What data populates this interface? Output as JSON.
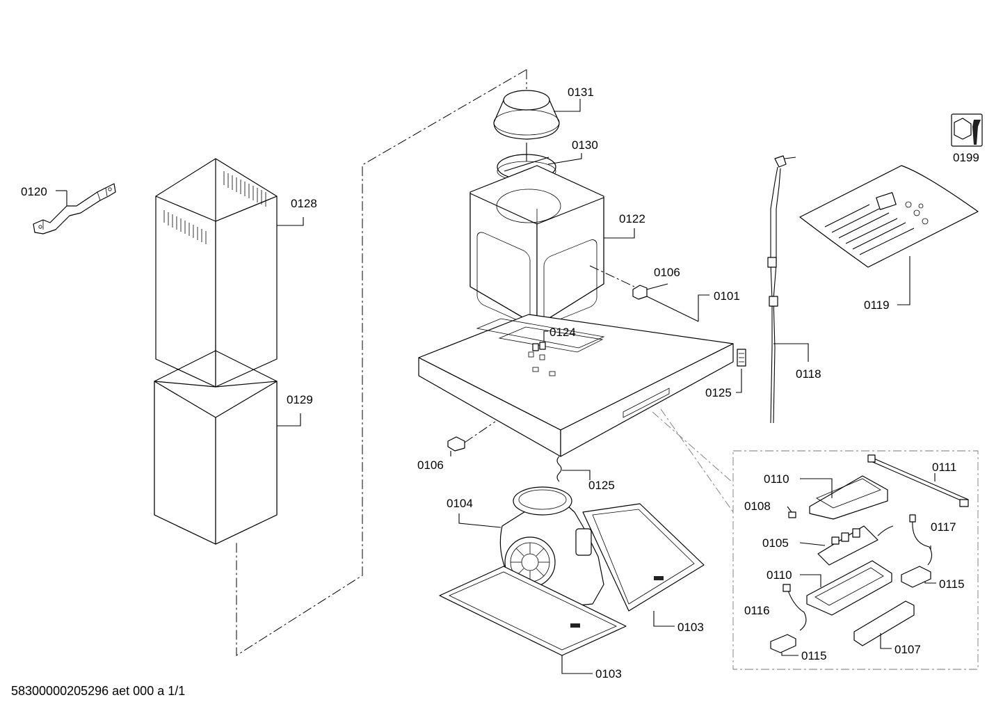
{
  "document": {
    "footer": "58300000205296 aet 000 a 1/1"
  },
  "labels": {
    "p0131": "0131",
    "p0130": "0130",
    "p0122": "0122",
    "p0106a": "0106",
    "p0101": "0101",
    "p0124": "0124",
    "p0125a": "0125",
    "p0106b": "0106",
    "p0125b": "0125",
    "p0104": "0104",
    "p0103a": "0103",
    "p0103b": "0103",
    "p0120": "0120",
    "p0128": "0128",
    "p0129": "0129",
    "p0118": "0118",
    "p0119": "0119",
    "p0199": "0199",
    "p0110a": "0110",
    "p0111": "0111",
    "p0108": "0108",
    "p0105": "0105",
    "p0117": "0117",
    "p0110b": "0110",
    "p0115a": "0115",
    "p0116": "0116",
    "p0115b": "0115",
    "p0107": "0107"
  },
  "icons": {
    "service": "wrench-nut-icon"
  }
}
